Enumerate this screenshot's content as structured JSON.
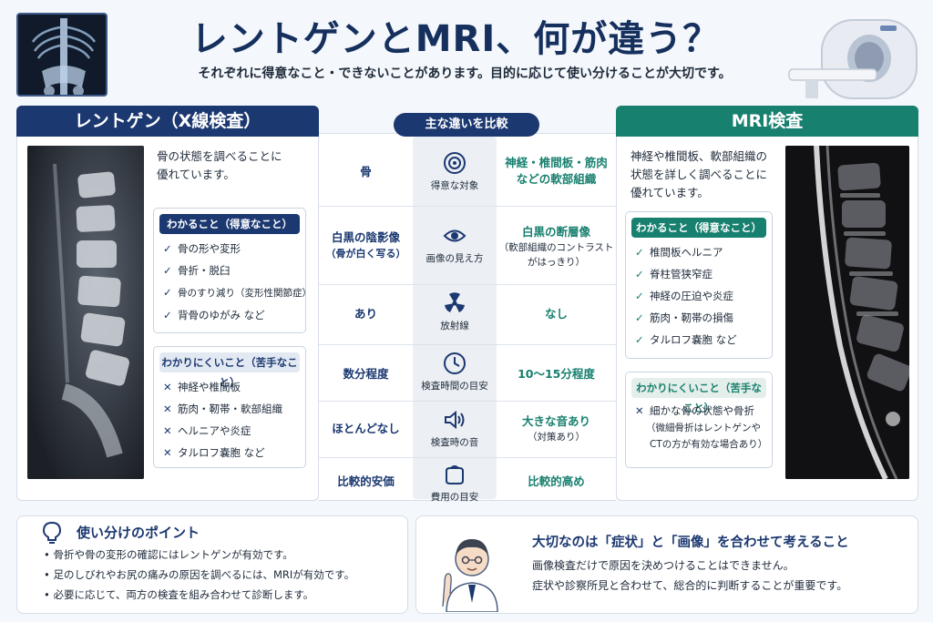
{
  "header": {
    "title": "レントゲンとMRI、何が違う？",
    "subtitle": "それぞれに得意なこと・できないことがあります。目的に応じて使い分けることが大切です。"
  },
  "xray": {
    "heading": "レントゲン（X線検査）",
    "description_1": "骨の状態を調べることに",
    "description_2": "優れています。",
    "good_title": "わかること（得意なこと）",
    "good_items": [
      "骨の形や変形",
      "骨折・脱臼",
      "骨のすり減り（変形性関節症）",
      "背骨のゆがみ など"
    ],
    "bad_title": "わかりにくいこと（苦手なこと）",
    "bad_items": [
      "神経や椎間板",
      "筋肉・靭帯・軟部組織",
      "ヘルニアや炎症",
      "タルロフ嚢胞 など"
    ]
  },
  "compare": {
    "heading": "主な違いを比較",
    "rows": [
      {
        "left": "骨",
        "center": "得意な対象",
        "right": "神経・椎間板・筋肉",
        "right2": "などの軟部組織",
        "icon": "target-icon"
      },
      {
        "left": "白黒の陰影像",
        "left2": "（骨が白く写る）",
        "center": "画像の見え方",
        "right": "白黒の断層像",
        "note": "（軟部組織のコントラスト",
        "note2": "がはっきり）",
        "icon": "eye-icon"
      },
      {
        "left": "あり",
        "center": "放射線",
        "right": "なし",
        "icon": "radiation-icon"
      },
      {
        "left": "数分程度",
        "center": "検査時間の目安",
        "right": "10〜15分程度",
        "icon": "clock-icon"
      },
      {
        "left": "ほとんどなし",
        "center": "検査時の音",
        "right": "大きな音あり",
        "note": "（対策あり）",
        "icon": "speaker-icon"
      },
      {
        "left": "比較的安価",
        "center": "費用の目安",
        "right": "比較的高め",
        "icon": "wallet-icon"
      }
    ]
  },
  "mri": {
    "heading": "MRI検査",
    "description_1": "神経や椎間板、軟部組織の",
    "description_2": "状態を詳しく調べることに",
    "description_3": "優れています。",
    "good_title": "わかること（得意なこと）",
    "good_items": [
      "椎間板ヘルニア",
      "脊柱管狭窄症",
      "神経の圧迫や炎症",
      "筋肉・靭帯の損傷",
      "タルロフ嚢胞 など"
    ],
    "bad_title": "わかりにくいこと（苦手なこと）",
    "bad_item_1": "細かな骨の状態や骨折",
    "bad_item_2": "（微細骨折はレントゲンや",
    "bad_item_3": "CTの方が有効な場合あり）"
  },
  "tips": {
    "title": "使い分けのポイント",
    "items": [
      "骨折や骨の変形の確認にはレントゲンが有効です。",
      "足のしびれやお尻の痛みの原因を調べるには、MRIが有効です。",
      "必要に応じて、両方の検査を組み合わせて診断します。"
    ]
  },
  "important": {
    "title": "大切なのは「症状」と「画像」を合わせて考えること",
    "line_1": "画像検査だけで原因を決めつけることはできません。",
    "line_2": "症状や診察所見と合わせて、総合的に判断することが重要です。"
  },
  "colors": {
    "navy": "#1b3870",
    "teal": "#18806f"
  }
}
